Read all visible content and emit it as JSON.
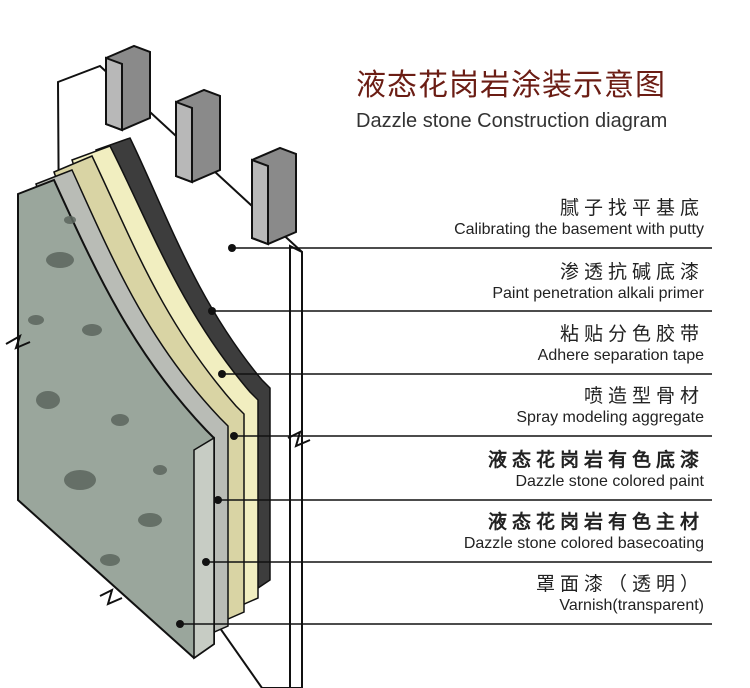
{
  "title": {
    "cn": "液态花岗岩涂装示意图",
    "en": "Dazzle stone Construction diagram"
  },
  "layers": [
    {
      "cn": "腻子找平基底",
      "en": "Calibrating the basement with putty"
    },
    {
      "cn": "渗透抗碱底漆",
      "en": "Paint penetration alkali primer"
    },
    {
      "cn": "粘贴分色胶带",
      "en": "Adhere separation tape"
    },
    {
      "cn": "喷造型骨材",
      "en": "Spray modeling aggregate"
    },
    {
      "cn": "液态花岗岩有色底漆",
      "en": "Dazzle stone colored paint"
    },
    {
      "cn": "液态花岗岩有色主材",
      "en": "Dazzle stone colored basecoating"
    },
    {
      "cn": "罩面漆（透明）",
      "en": "Varnish(transparent)"
    }
  ],
  "colors": {
    "title_cn": "#6b1d14",
    "stone": "#9aa69c",
    "cream": "#f1eec0",
    "cream_dark": "#d9d4a4",
    "grey_layer": "#b9bcb6",
    "dark_layer": "#3d3d3d",
    "line": "#111111"
  }
}
